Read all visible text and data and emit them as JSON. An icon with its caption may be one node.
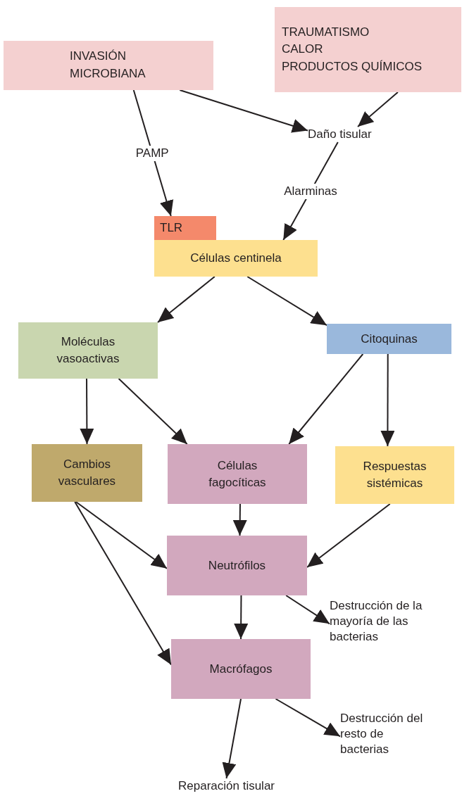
{
  "diagram": {
    "nodes": [
      {
        "text": [
          "INVASIÓN MICROBIANA"
        ]
      },
      {
        "text": [
          "TRAUMATISMO",
          "CALOR",
          "PRODUCTOS QUÍMICOS"
        ]
      },
      {
        "text": [
          "Daño tisular"
        ]
      },
      {
        "text": [
          "TLR"
        ]
      },
      {
        "text": [
          "Células centinela"
        ]
      },
      {
        "text": [
          "Moléculas vasoactivas"
        ]
      },
      {
        "text": [
          "Citoquinas"
        ]
      },
      {
        "text": [
          "Cambios vasculares"
        ]
      },
      {
        "text": [
          "Células fagocíticas"
        ]
      },
      {
        "text": [
          "Respuestas sistémicas"
        ]
      },
      {
        "text": [
          "Neutrófilos"
        ]
      },
      {
        "text": [
          "Destrucción de la mayoría de las bacterias"
        ]
      },
      {
        "text": [
          "Macrófagos"
        ]
      },
      {
        "text": [
          "Destrucción del resto de bacterias"
        ]
      },
      {
        "text": [
          "Reparación tisular"
        ]
      }
    ],
    "edges": [
      {
        "from": 0,
        "to": 3,
        "arrow": "to",
        "label": "PAMP"
      },
      {
        "from": 0,
        "to": 2,
        "arrow": "to"
      },
      {
        "from": 1,
        "to": 2,
        "arrow": "to"
      },
      {
        "from": 2,
        "to": 4,
        "arrow": "to",
        "label": "Alarminas"
      },
      {
        "from": 4,
        "to": 5,
        "arrow": "to"
      },
      {
        "from": 4,
        "to": 6,
        "arrow": "to"
      },
      {
        "from": 5,
        "to": 7,
        "arrow": "to"
      },
      {
        "from": 5,
        "to": 8,
        "arrow": "to"
      },
      {
        "from": 6,
        "to": 8,
        "arrow": "to"
      },
      {
        "from": 6,
        "to": 9,
        "arrow": "to"
      },
      {
        "from": 8,
        "to": 10,
        "arrow": "to"
      },
      {
        "from": 9,
        "to": 10,
        "arrow": "to"
      },
      {
        "from": 7,
        "to": 10,
        "arrow": "to"
      },
      {
        "from": 7,
        "to": 12,
        "arrow": "to"
      },
      {
        "from": 10,
        "to": 12,
        "arrow": "to"
      },
      {
        "from": 10,
        "to": 11,
        "arrow": "to"
      },
      {
        "from": 12,
        "to": 13,
        "arrow": "to"
      },
      {
        "from": 12,
        "to": 14,
        "arrow": "to"
      }
    ]
  }
}
